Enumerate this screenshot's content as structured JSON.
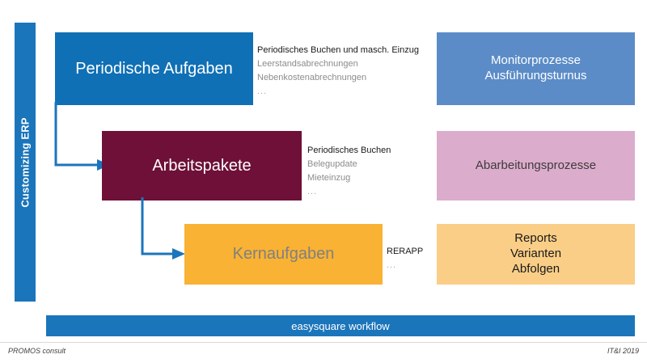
{
  "rail": {
    "label": "Customizing ERP",
    "color": "#1b75bb"
  },
  "rows": [
    {
      "box": {
        "label": "Periodische Aufgaben",
        "color": "#1070b5",
        "text_color": "#ffffff"
      },
      "note": {
        "head": "Periodisches Buchen und masch. Einzug",
        "lines": [
          "Leerstandsabrechnungen",
          "Nebenkostenabrechnungen"
        ],
        "dots": "..."
      },
      "target": {
        "lines": [
          "Monitorprozesse",
          "Ausführungsturnus"
        ],
        "color": "#5b8cc8",
        "text_color": "#ffffff"
      }
    },
    {
      "box": {
        "label": "Arbeitspakete",
        "color": "#6e1038",
        "text_color": "#ffffff"
      },
      "note": {
        "head": "Periodisches Buchen",
        "lines": [
          "Belegupdate",
          "Mieteinzug"
        ],
        "dots": "..."
      },
      "target": {
        "lines": [
          "Abarbeitungsprozesse"
        ],
        "color": "#dcaccc",
        "text_color": "#3c3c3c"
      }
    },
    {
      "box": {
        "label": "Kernaufgaben",
        "color": "#f9b233",
        "text_color": "#808080"
      },
      "note": {
        "head": "RERAPP",
        "lines": [],
        "dots": "..."
      },
      "target": {
        "lines": [
          "Reports",
          "Varianten",
          "Abfolgen"
        ],
        "color": "#fbce87",
        "text_color": "#1a1a1a"
      }
    }
  ],
  "connectors": {
    "color": "#1b75bb",
    "count": 2
  },
  "bottom_bar": {
    "label": "easysquare workflow",
    "color": "#1b75bb"
  },
  "footer": {
    "left": "PROMOS consult",
    "right": "IT&I 2019"
  }
}
